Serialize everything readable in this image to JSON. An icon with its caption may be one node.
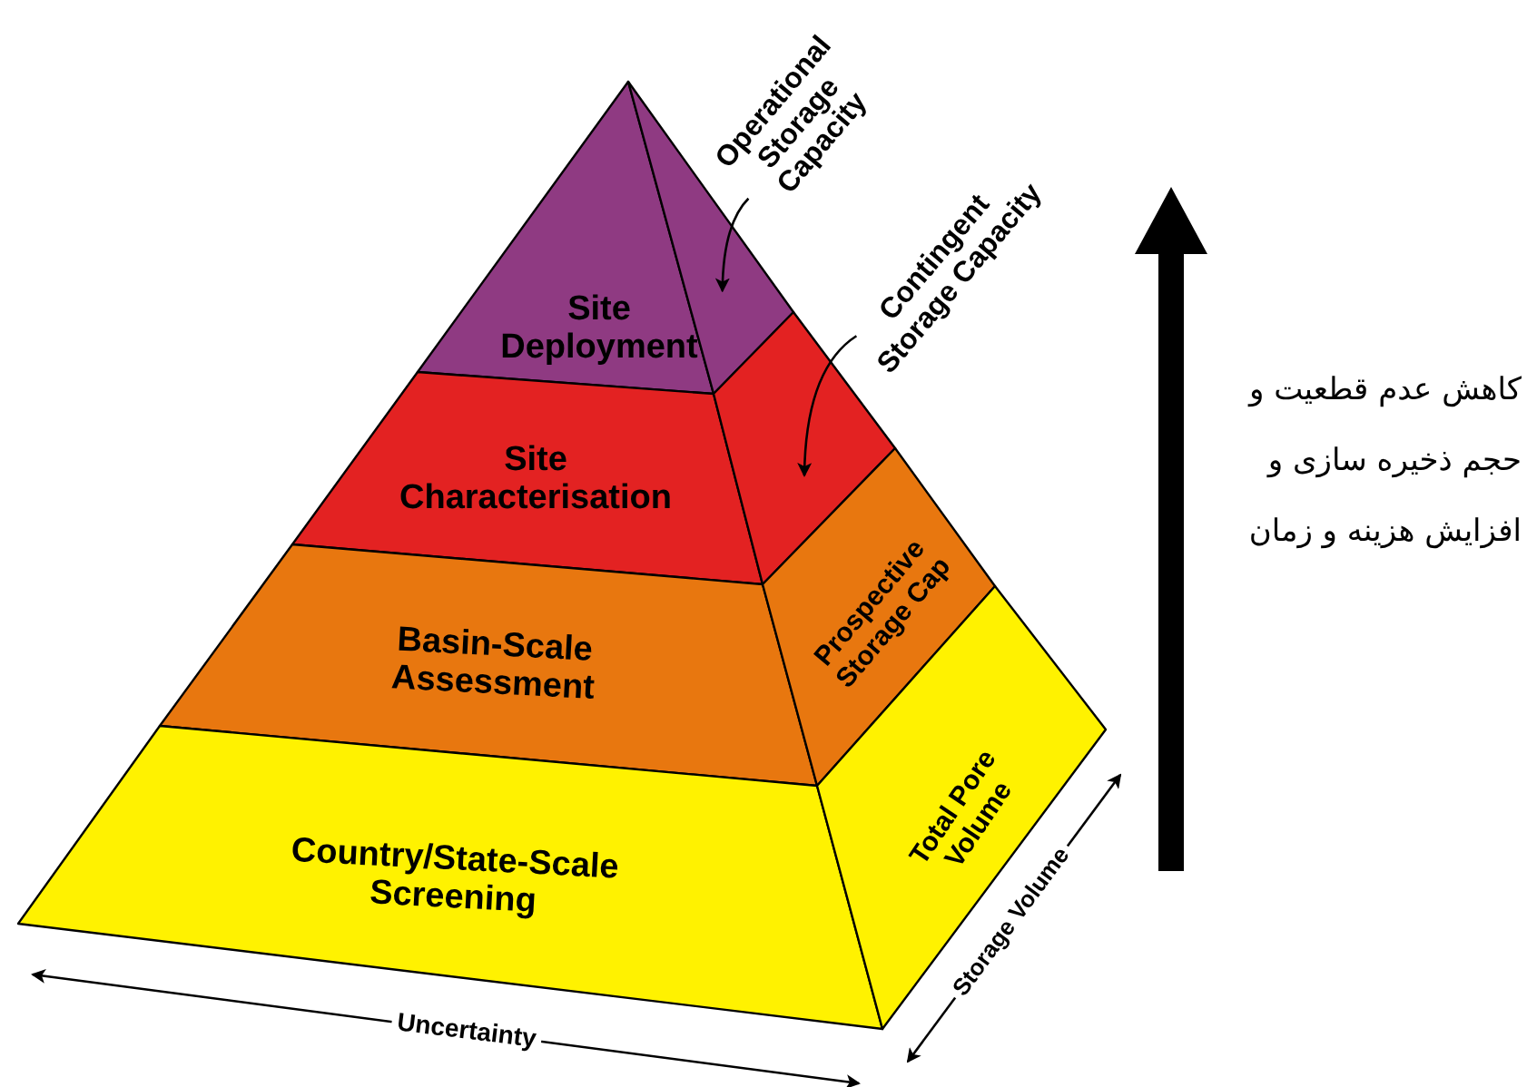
{
  "diagram": {
    "nodes": [
      {
        "text": [
          "Operational Storage Capacity"
        ]
      },
      {
        "text": [
          "Contingent Storage Capacity"
        ]
      },
      {
        "text": [
          "Site Deployment"
        ]
      },
      {
        "text": [],
        "shape": "box"
      },
      {
        "text": [
          "Site Characterisation"
        ]
      },
      {
        "text": [],
        "shape": "box"
      },
      {
        "text": [
          "Basin-Scale Assessment"
        ]
      },
      {
        "text": [
          "Prospective Storage Cap"
        ]
      },
      {
        "text": [
          "Country/State-Scale Screening"
        ]
      },
      {
        "text": [
          "Total Pore Volume"
        ]
      }
    ],
    "edges": [
      {
        "from": 0,
        "to": 3,
        "arrow": "to"
      },
      {
        "from": 1,
        "to": 5,
        "arrow": "to"
      }
    ],
    "labels": [
      "Uncertainty",
      "Storage Volume",
      "کاهش عدم قطعیت و حجم ذخیره سازی و افزایش هزینه و زمان"
    ]
  }
}
